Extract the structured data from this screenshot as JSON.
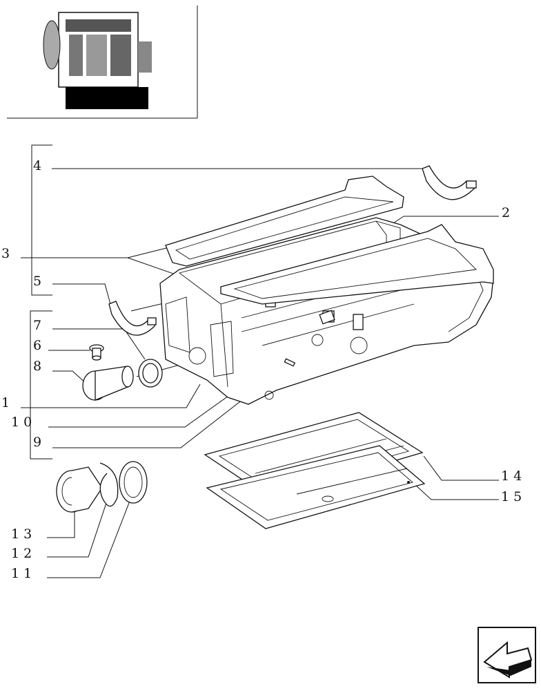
{
  "callouts": {
    "c1": "1",
    "c2": "2",
    "c3": "3",
    "c4": "4",
    "c5": "5",
    "c6": "6",
    "c7": "7",
    "c8": "8",
    "c9": "9",
    "c10": "10",
    "c11": "11",
    "c12": "12",
    "c13": "13",
    "c14": "14",
    "c15": "15"
  },
  "icons": {
    "thumbnail": "engine-thumbnail-icon",
    "nav": "next-page-arrow-icon"
  }
}
